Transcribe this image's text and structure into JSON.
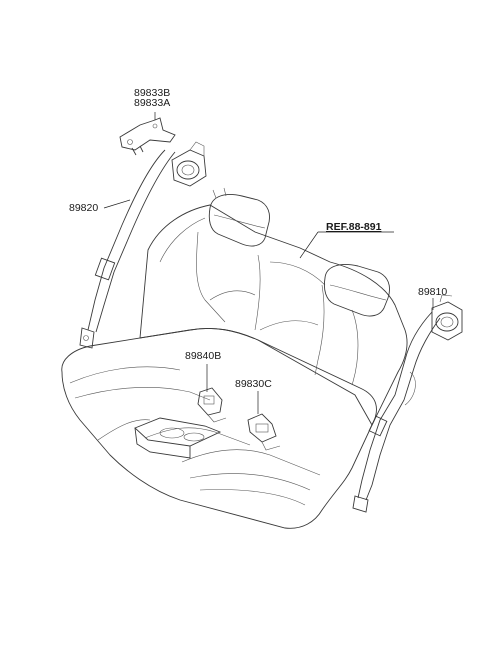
{
  "labels": {
    "p89833b": "89833B",
    "p89833a": "89833A",
    "p89820": "89820",
    "ref": "REF.88-891",
    "p89810": "89810",
    "p89840b": "89840B",
    "p89830c": "89830C"
  }
}
